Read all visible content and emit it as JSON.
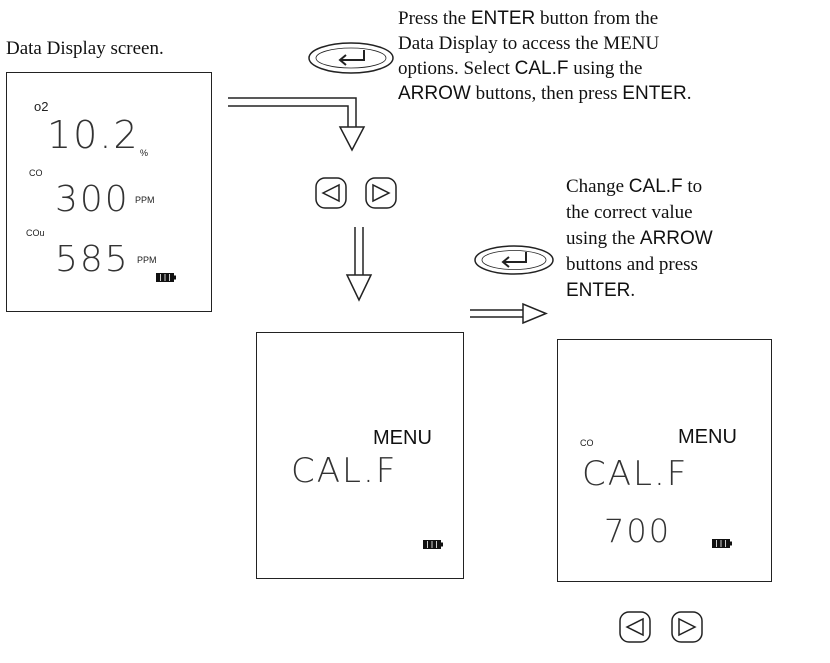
{
  "colors": {
    "line": "#222222",
    "background": "#ffffff"
  },
  "instructions": {
    "step1": {
      "line1_pre": "Press the ",
      "line1_key": "ENTER",
      "line1_post": " button from the",
      "line2": "Data Display to access the MENU",
      "line3_pre": "options. Select ",
      "line3_key": "CAL.F",
      "line3_post": " using the",
      "line4_key1": "ARROW",
      "line4_mid": " buttons, then press ",
      "line4_key2": "ENTER",
      "line4_end": "."
    },
    "step2": {
      "line1_pre": "Change ",
      "line1_key": "CAL.F",
      "line1_post": " to",
      "line2": "the correct value",
      "line3_pre": "using the ",
      "line3_key": "ARROW",
      "line4": "buttons and press",
      "line5_key": "ENTER",
      "line5_end": "."
    }
  },
  "data_display": {
    "caption": "Data Display screen.",
    "rows": [
      {
        "label": "o2",
        "value": "10.2",
        "unit": "%"
      },
      {
        "label": "CO",
        "value": "300",
        "unit": "PPM"
      },
      {
        "label": "COu",
        "value": "585",
        "unit": "PPM"
      }
    ]
  },
  "menu_screen": {
    "header": "MENU",
    "item": "CAL.F"
  },
  "calf_screen": {
    "gas_label": "CO",
    "header": "MENU",
    "item": "CAL.F",
    "value": "700"
  },
  "icons": [
    "enter-button-icon",
    "left-arrow-button-icon",
    "right-arrow-button-icon",
    "down-arrow-icon",
    "right-arrow-icon",
    "battery-icon"
  ]
}
